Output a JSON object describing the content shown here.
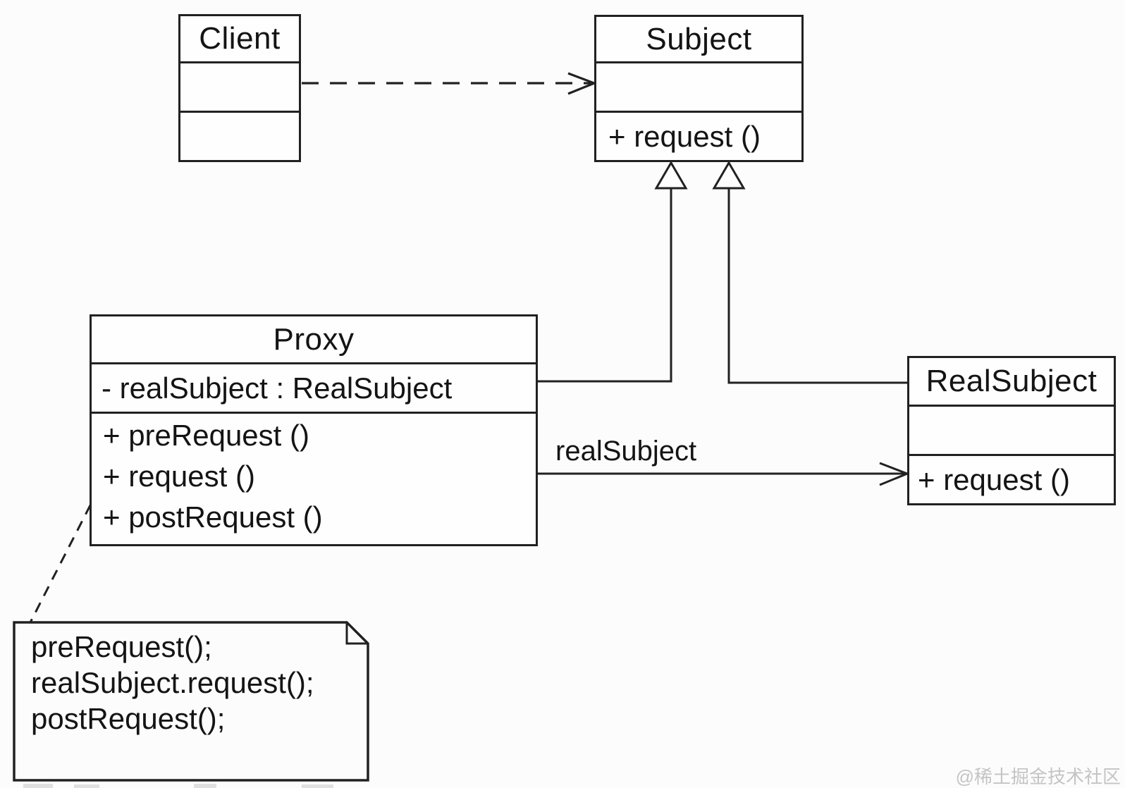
{
  "diagram": {
    "kind": "uml-class-diagram",
    "classes": {
      "client": {
        "name": "Client"
      },
      "subject": {
        "name": "Subject",
        "method": "+ request ()"
      },
      "proxy": {
        "name": "Proxy",
        "attribute": "- realSubject : RealSubject",
        "methods": [
          "+ preRequest ()",
          "+ request ()",
          "+ postRequest ()"
        ]
      },
      "real_subject": {
        "name": "RealSubject",
        "method": "+ request ()"
      }
    },
    "relationships": {
      "client_to_subject": "dashed dependency arrow",
      "proxy_to_subject": "generalization (hollow triangle)",
      "real_subject_to_subject": "generalization (hollow triangle)",
      "proxy_to_real_subject_label": "realSubject"
    },
    "note": {
      "lines": [
        "preRequest();",
        "realSubject.request();",
        "postRequest();"
      ]
    }
  },
  "watermark": {
    "text": "@稀土掘金技术社区"
  },
  "colors": {
    "line": "#212121",
    "text": "#141414",
    "background": "#fcfcfc",
    "watermark": "#c4c4c4"
  }
}
